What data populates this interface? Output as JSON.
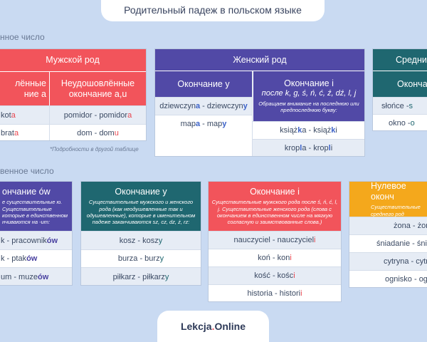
{
  "page": {
    "title": "Родительный падеж в польском языке"
  },
  "sections": {
    "singular": "нное число",
    "plural": "венное число"
  },
  "masc": {
    "header": "Мужской род",
    "col1": "лённые\nние a",
    "col2": "Неудошовлённые\nокончание a,u",
    "col1_rows": [
      "kota",
      "brata"
    ],
    "col2_rows": [
      "pomidor - pomidora",
      "dom - domu"
    ],
    "note": "*Подробности в другой таблице"
  },
  "fem": {
    "header": "Женский род",
    "col1": "Окончание y",
    "col2_title": "Окончание i",
    "col2_sub": "после k, g, ś, ń, ć, ź, dź, l, j",
    "col2_note": "Обращаем внимание на последнюю или предпоследнюю букву:",
    "col1_rows": [
      "dziewczyna - dziewczyny",
      "mapa - mapy"
    ],
    "col2_rows": [
      "książka - książki",
      "kropla - kropli"
    ]
  },
  "neut": {
    "header": "Средни",
    "col1": "Оконча",
    "rows": [
      "słońce - s",
      "okno - o"
    ]
  },
  "pl_ow": {
    "title": "ончание ów",
    "note": "е существительные ю. Существительные которые в единственном нчиваются на -um:",
    "rows": [
      "k - pracowników",
      "k - ptaków",
      "um - muzeów"
    ]
  },
  "pl_y": {
    "title": "Окончание y",
    "note": "Существительные мужского и женского рода (как неодушевленные так и одушевленные), которые в именительном падеже заканчиваются sz, cz, dz, ż, rz:",
    "rows": [
      "kosz - koszy",
      "burza - burzy",
      "piłkarz - piłkarzy"
    ]
  },
  "pl_i": {
    "title": "Окончание i",
    "note": "Существительные мужского рода после ś, ń, ć, l, j. Существительные женского рода (слова с окончанием в единственном числе на мягкую согласную и заимствованные слова.)",
    "rows": [
      "nauczyciel - nauczycieli",
      "koń - koni",
      "kość - kości",
      "historia - historii"
    ]
  },
  "pl_zero": {
    "title": "Нулевое оконч",
    "note": "Существительные среднего род",
    "rows": [
      "żona - żon",
      "śniadanie - śnia",
      "cytryna - cytr",
      "ognisko - ogni"
    ]
  },
  "logo": {
    "text": "Lekcja",
    "dot": ".",
    "rest": "Online"
  }
}
